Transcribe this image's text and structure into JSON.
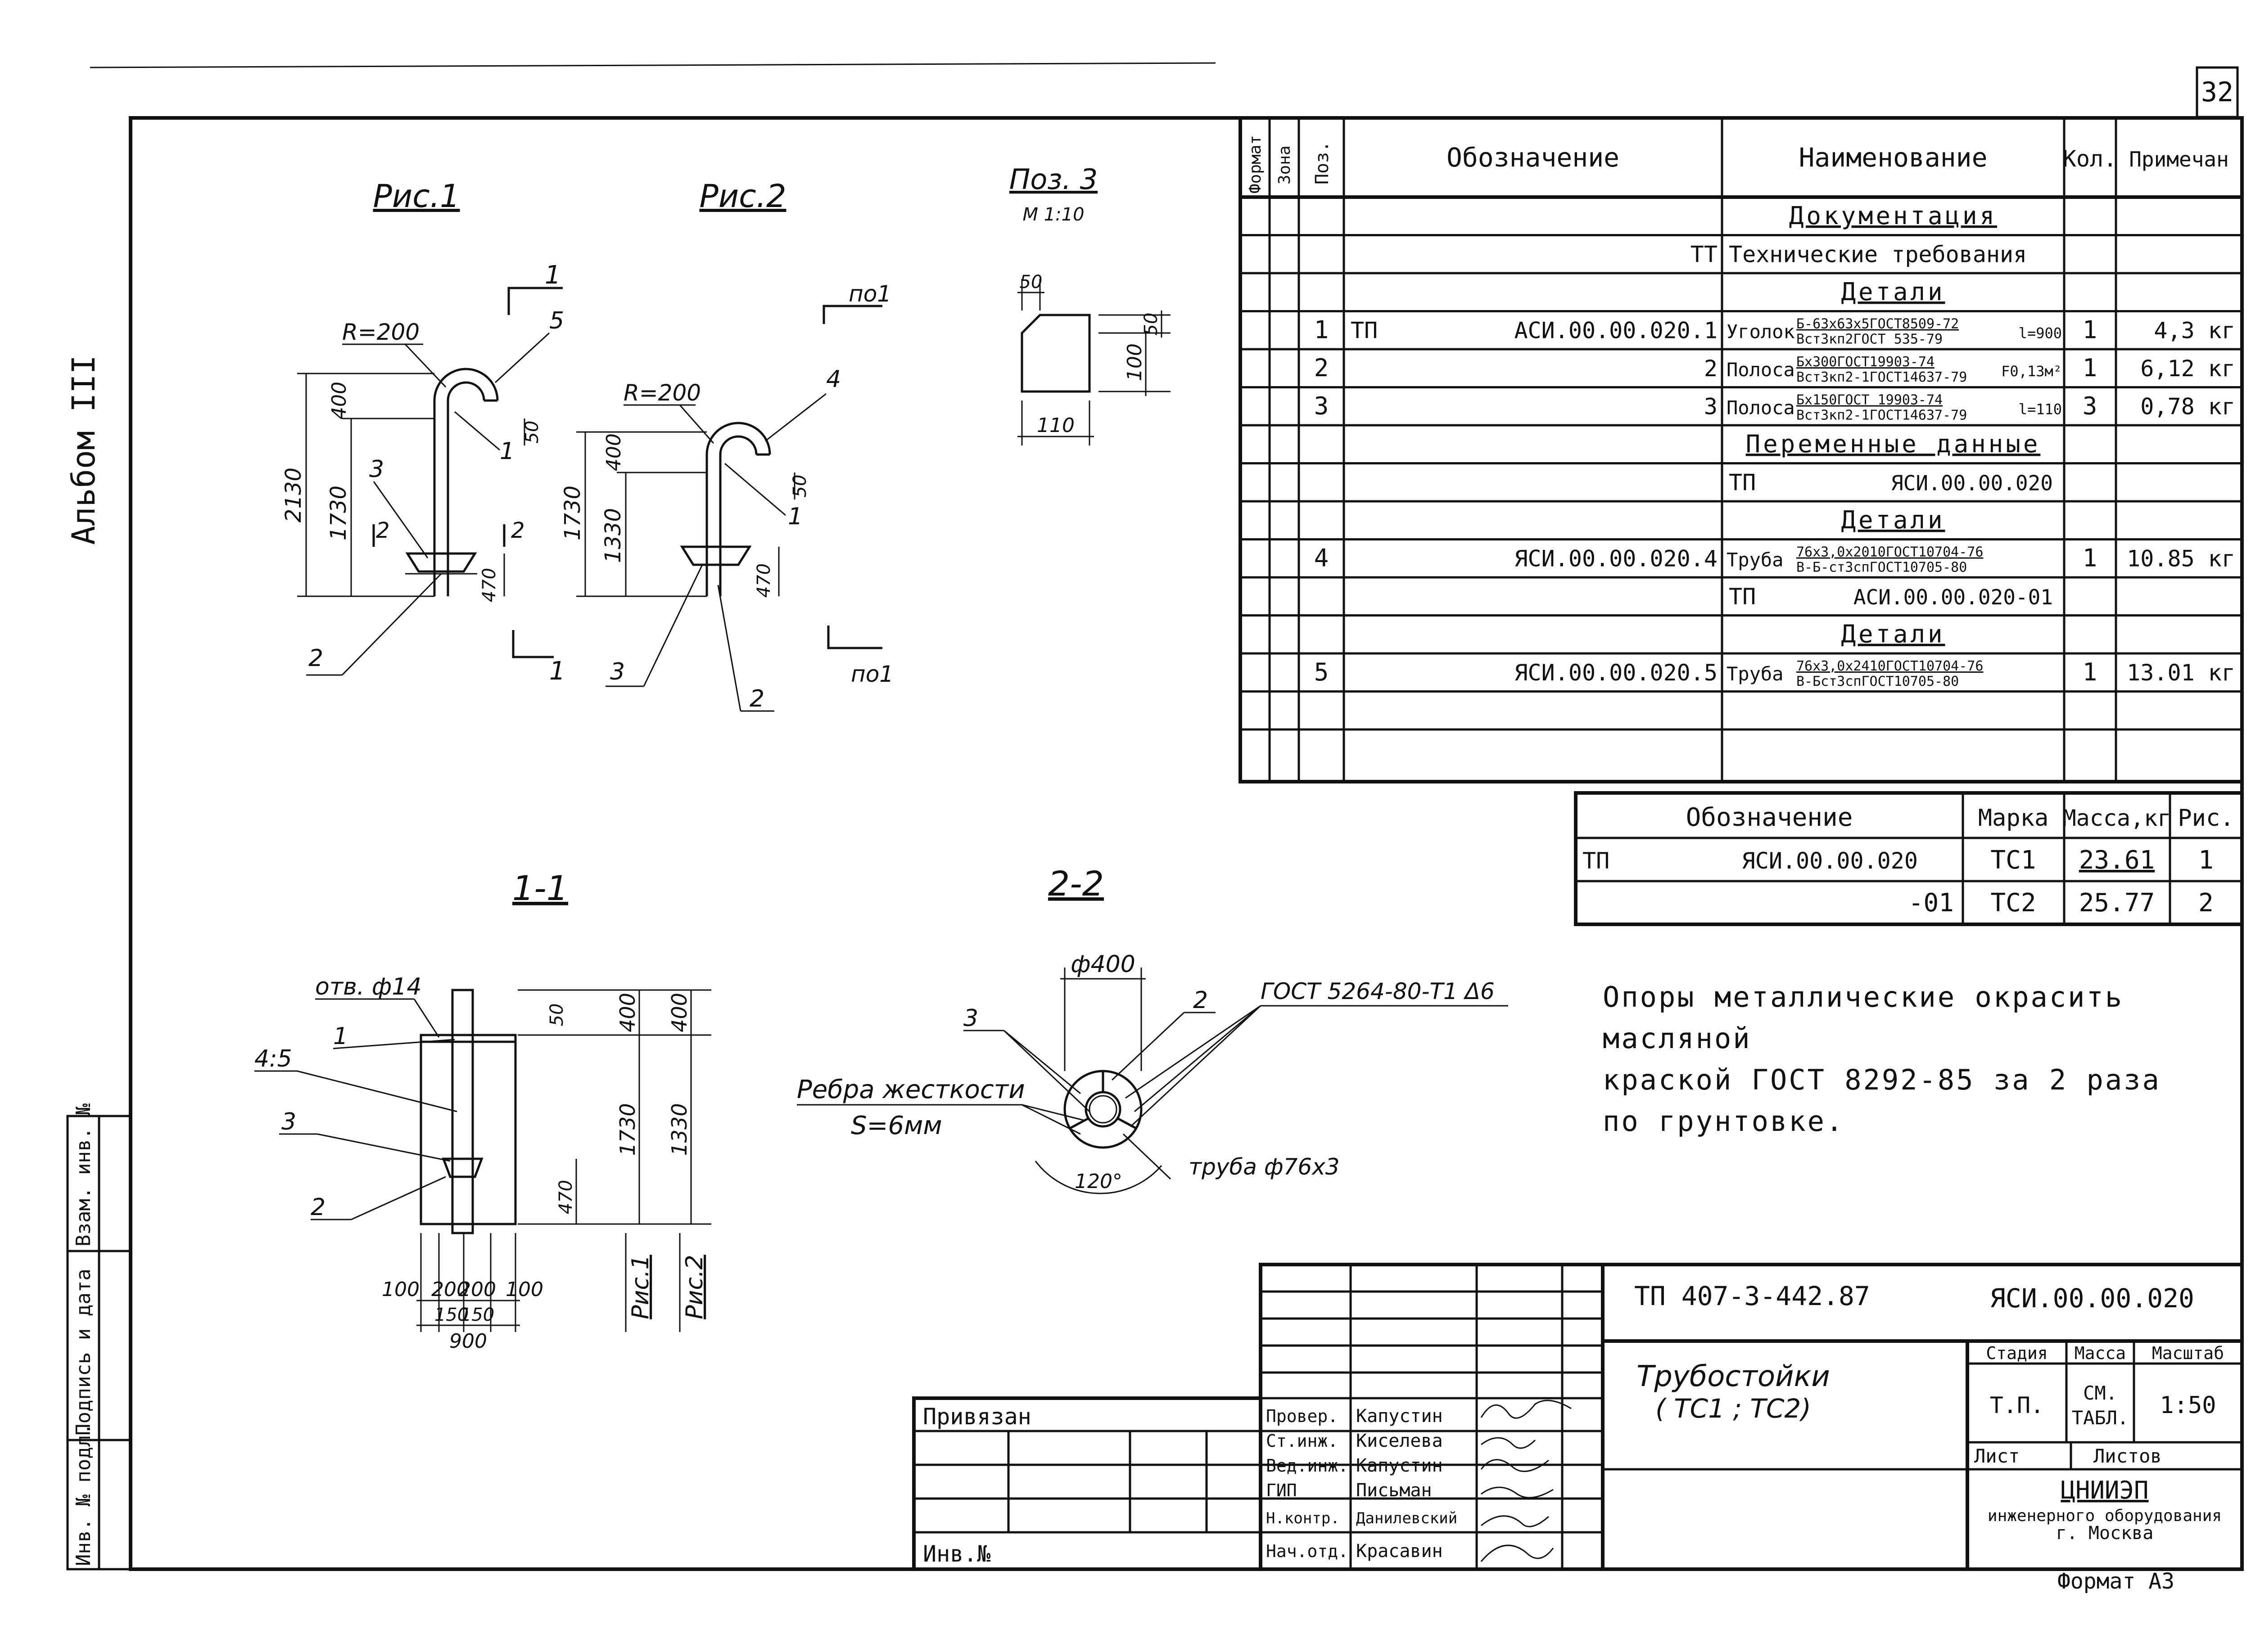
{
  "page_number": "32",
  "album_label": "Альбом III",
  "figures": {
    "fig1_title": "Рис.1",
    "fig2_title": "Рис.2",
    "pos3_title": "Поз. 3",
    "pos3_scale": "М 1:10",
    "section11": "1-1",
    "section22": "2-2"
  },
  "fig1_labels": {
    "cut_top": "1",
    "cut_bottom": "1",
    "radius": "R=200",
    "leader5": "5",
    "leader3": "3",
    "leader1": "1",
    "leader2": "2",
    "cut2_left": "2",
    "cut2_right": "2",
    "dim_2130": "2130",
    "dim_1730": "1730",
    "dim_400": "400",
    "dim_50": "50",
    "dim_470": "470"
  },
  "fig2_labels": {
    "cut_top": "по1",
    "cut_bottom": "по1",
    "radius": "R=200",
    "leader4": "4",
    "leader1": "1",
    "leader3": "3",
    "leader2": "2",
    "dim_1730": "1730",
    "dim_1330": "1330",
    "dim_400": "400",
    "dim_50": "50",
    "dim_470": "470"
  },
  "pos3_labels": {
    "dim_50_top": "50",
    "dim_110": "110",
    "dim_50_right": "50",
    "dim_100": "100"
  },
  "section11_labels": {
    "hole": "отв. ф14",
    "ratio": "4:5",
    "leader1": "1",
    "leader3": "3",
    "leader2": "2",
    "dim_50": "50",
    "dim_400a": "400",
    "dim_400b": "400",
    "dim_1730": "1730",
    "dim_1330": "1330",
    "dim_470": "470",
    "ric1": "Рис.1",
    "ric2": "Рис.2",
    "bottom_dims": [
      "100",
      "200",
      "200",
      "100"
    ],
    "dim_150a": "150",
    "dim_150b": "150",
    "dim_900": "900"
  },
  "section22_labels": {
    "diam": "ф400",
    "leader3": "3",
    "leader2": "2",
    "gost": "ГОСТ 5264-80-Т1 Δ6",
    "ribs": "Ребра жесткости",
    "ribs_s": "S=6мм",
    "angle": "120°",
    "pipe": "труба ф76х3"
  },
  "spec": {
    "headers": [
      "Формат",
      "Зона",
      "Поз.",
      "Обозначение",
      "Наименование",
      "Кол.",
      "Примечан"
    ],
    "rows": [
      {
        "pos": "",
        "code_left": "",
        "code": "",
        "name": "Документация",
        "qty": "",
        "note": "",
        "style": "section"
      },
      {
        "pos": "",
        "code_left": "",
        "code": "ТТ",
        "name": "Технические требования",
        "qty": "",
        "note": "",
        "style": "plain"
      },
      {
        "pos": "",
        "code_left": "",
        "code": "",
        "name": "Детали",
        "qty": "",
        "note": "",
        "style": "section"
      },
      {
        "pos": "1",
        "code_left": "ТП",
        "code": "АСИ.00.00.020.1",
        "name": "Уголок",
        "sub1": "Б-63х63х5ГОСТ8509-72",
        "sub2": "Вст3кп2ГОСТ 535-79",
        "tail": "l=900",
        "qty": "1",
        "note": "4,3 кг",
        "style": "item"
      },
      {
        "pos": "2",
        "code_left": "",
        "code": "2",
        "name": "Полоса",
        "sub1": "Бх300ГОСТ19903-74",
        "sub2": "Вст3кп2-1ГОСТ14637-79",
        "tail": "F0,13м²",
        "qty": "1",
        "note": "6,12 кг",
        "style": "item"
      },
      {
        "pos": "3",
        "code_left": "",
        "code": "3",
        "name": "Полоса",
        "sub1": "Бх150ГОСТ 19903-74",
        "sub2": "Вст3кп2-1ГОСТ14637-79",
        "tail": "l=110",
        "qty": "3",
        "note": "0,78 кг",
        "style": "item"
      },
      {
        "pos": "",
        "code_left": "",
        "code": "",
        "name": "Переменные данные",
        "qty": "",
        "note": "",
        "style": "section"
      },
      {
        "pos": "",
        "code_left": "",
        "code": "",
        "name": "ТП",
        "name_code": "ЯСИ.00.00.020",
        "qty": "",
        "note": "",
        "style": "plain"
      },
      {
        "pos": "",
        "code_left": "",
        "code": "",
        "name": "Детали",
        "qty": "",
        "note": "",
        "style": "section"
      },
      {
        "pos": "4",
        "code_left": "",
        "code": "ЯСИ.00.00.020.4",
        "name": "Труба",
        "sub1": "76х3,0х2010ГОСТ10704-76",
        "sub2": "В-Б-ст3спГОСТ10705-80",
        "tail": "",
        "qty": "1",
        "note": "10.85 кг",
        "style": "item"
      },
      {
        "pos": "",
        "code_left": "",
        "code": "",
        "name": "ТП",
        "name_code": "АСИ.00.00.020-01",
        "qty": "",
        "note": "",
        "style": "plain"
      },
      {
        "pos": "",
        "code_left": "",
        "code": "",
        "name": "Детали",
        "qty": "",
        "note": "",
        "style": "section"
      },
      {
        "pos": "5",
        "code_left": "",
        "code": "ЯСИ.00.00.020.5",
        "name": "Труба",
        "sub1": "76х3,0х2410ГОСТ10704-76",
        "sub2": "В-Бст3спГОСТ10705-80",
        "tail": "",
        "qty": "1",
        "note": "13.01 кг",
        "style": "item"
      },
      {
        "pos": "",
        "code_left": "",
        "code": "",
        "name": "",
        "qty": "",
        "note": "",
        "style": "blank"
      }
    ]
  },
  "mark_table": {
    "headers": [
      "Обозначение",
      "Марка",
      "Масса,кг",
      "Рис."
    ],
    "rows": [
      {
        "prefix": "ТП",
        "code": "ЯСИ.00.00.020",
        "mark": "ТС1",
        "mass": "23.61",
        "fig": "1"
      },
      {
        "prefix": "",
        "code": "-01",
        "mark": "ТС2",
        "mass": "25.77",
        "fig": "2"
      }
    ]
  },
  "note": {
    "lines": [
      "Опоры металлические окрасить масляной",
      "краской ГОСТ 8292-85 за 2 раза",
      "по грунтовке."
    ]
  },
  "title_block": {
    "project": "ТП 407-3-442.87",
    "doc_code": "ЯСИ.00.00.020",
    "title1": "Трубостойки",
    "title2": "( ТС1 ; ТС2)",
    "stage_h": "Стадия",
    "mass_h": "Масса",
    "scale_h": "Масштаб",
    "stage": "Т.П.",
    "mass1": "СМ.",
    "mass2": "ТАБЛ.",
    "scale": "1:50",
    "sheet_h": "Лист",
    "sheets_h": "Листов",
    "org1": "ЦНИИЭП",
    "org2": "инженерного оборудования",
    "org3": "г. Москва",
    "format": "Формат А3",
    "privyazan": "Привязан",
    "inv": "Инв.№",
    "roles": [
      "Провер.",
      "Ст.инж.",
      "Вед.инж.",
      "ГИП",
      "Н.контр.",
      "Нач.отд."
    ],
    "names": [
      "Капустин",
      "Киселева",
      "Капустин",
      "Письман",
      "Данилевский",
      "Красавин"
    ]
  },
  "side_strip": {
    "labels": [
      "Инв. № подл.",
      "Подпись и дата",
      "Взам. инв. №"
    ]
  }
}
